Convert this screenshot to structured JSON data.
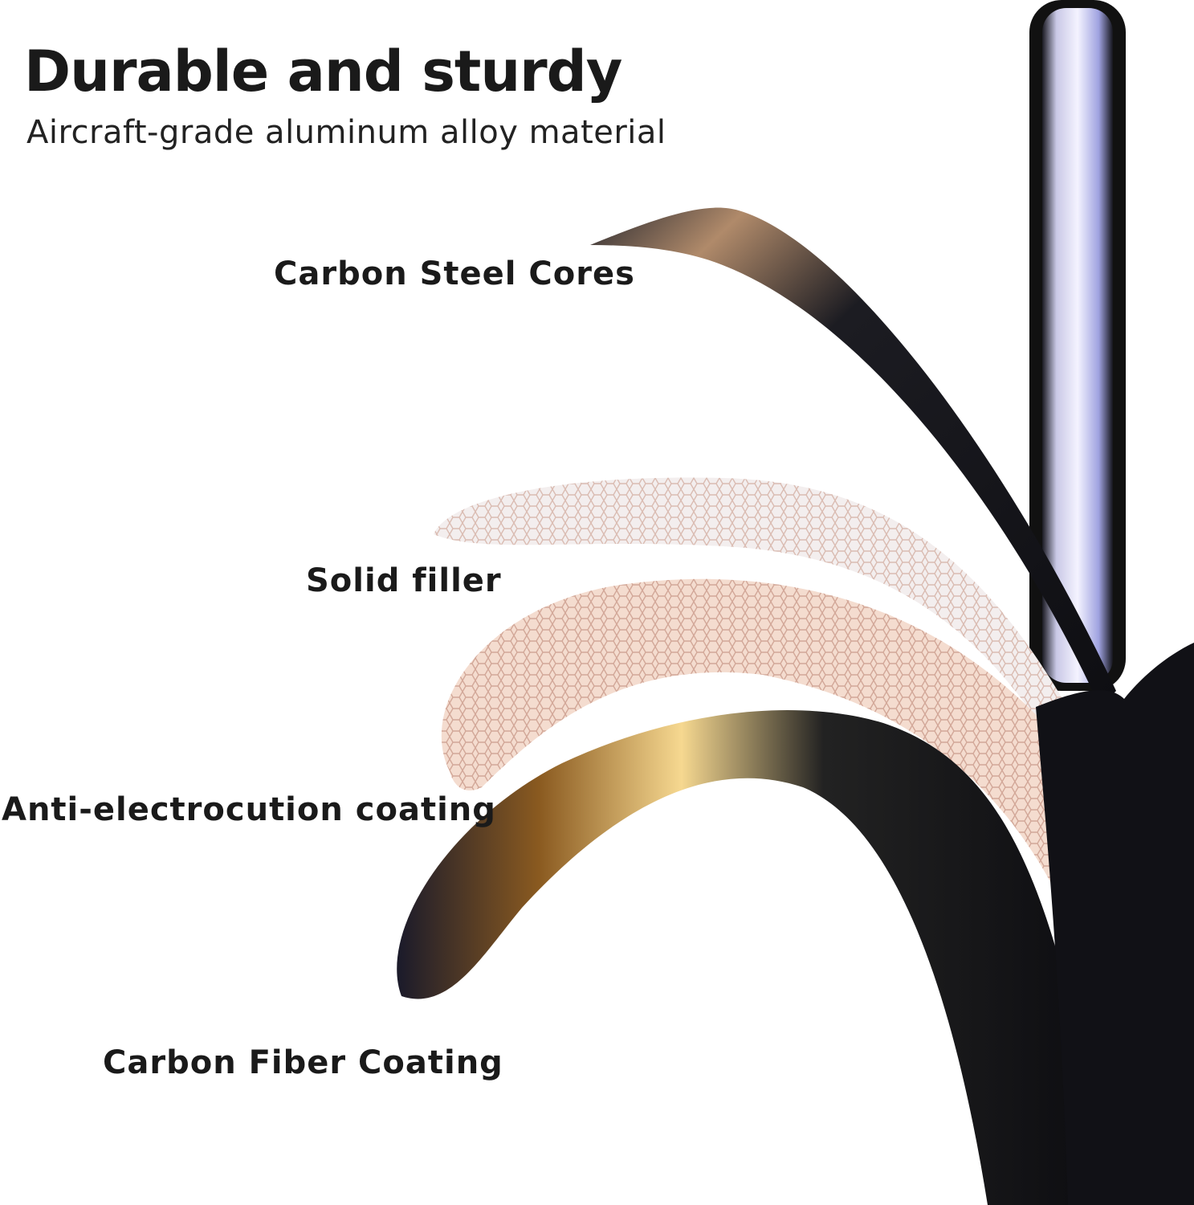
{
  "header": {
    "title": "Durable and sturdy",
    "subtitle": "Aircraft-grade aluminum alloy material"
  },
  "layers": [
    {
      "label": "Carbon Steel Cores"
    },
    {
      "label": "Solid filler"
    },
    {
      "label": "Anti-electrocution coating"
    },
    {
      "label": "Carbon Fiber Coating"
    }
  ]
}
